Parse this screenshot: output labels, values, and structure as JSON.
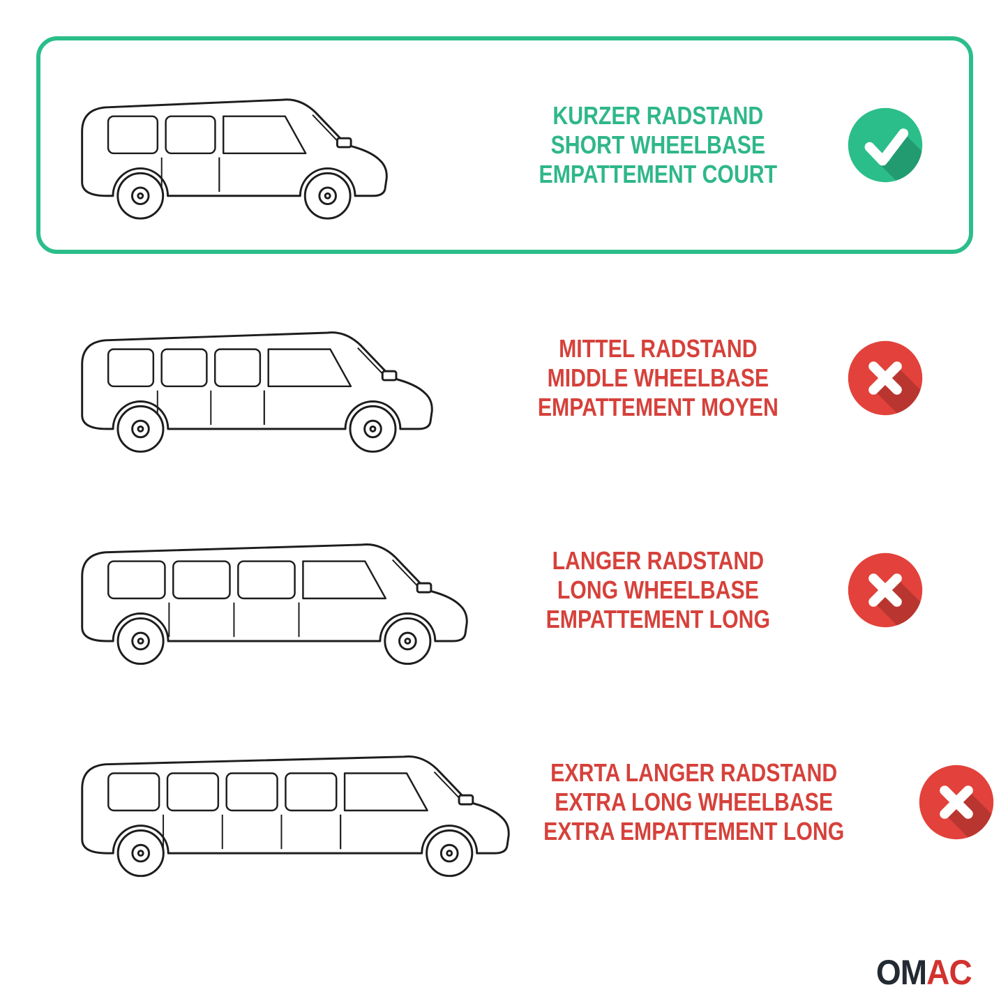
{
  "colors": {
    "green_accent": "#2BBE8A",
    "green_text": "#2FB788",
    "red_accent": "#E2423B",
    "red_text": "#D6413B",
    "outline": "#1D1D1D",
    "logo_dark": "#242A33",
    "logo_red": "#D2322E"
  },
  "options": [
    {
      "name": "short-wheelbase",
      "highlighted": true,
      "icon": "check-icon",
      "lines": [
        "KURZER RADSTAND",
        "SHORT WHEELBASE",
        "EMPATTEMENT COURT"
      ]
    },
    {
      "name": "middle-wheelbase",
      "highlighted": false,
      "icon": "cross-icon",
      "lines": [
        "MITTEL RADSTAND",
        "MIDDLE WHEELBASE",
        "EMPATTEMENT MOYEN"
      ]
    },
    {
      "name": "long-wheelbase",
      "highlighted": false,
      "icon": "cross-icon",
      "lines": [
        "LANGER RADSTAND",
        "LONG WHEELBASE",
        "EMPATTEMENT LONG"
      ]
    },
    {
      "name": "extra-long-wheelbase",
      "highlighted": false,
      "icon": "cross-icon",
      "lines": [
        "EXRTA LANGER RADSTAND",
        "EXTRA LONG WHEELBASE",
        "EXTRA EMPATTEMENT LONG"
      ]
    }
  ],
  "logo": {
    "part1": "OM",
    "part2": "AC"
  }
}
